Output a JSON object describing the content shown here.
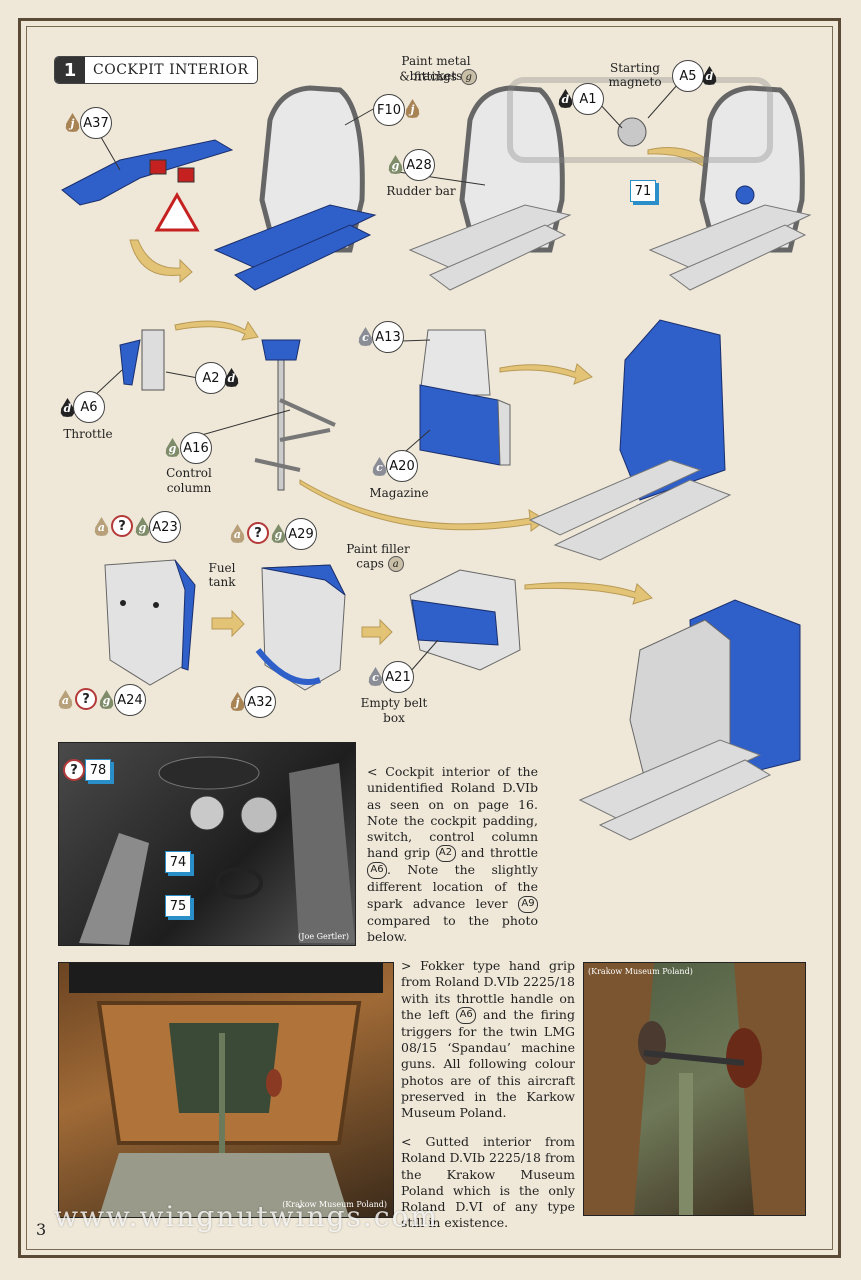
{
  "step": {
    "number": "1",
    "title": "COCKPIT INTERIOR"
  },
  "labels": {
    "paint_metal": "Paint metal brackets",
    "fittings": "& fittings",
    "starting": "Starting",
    "magneto": "magneto",
    "rudder_bar": "Rudder bar",
    "throttle": "Throttle",
    "control_column": "Control column",
    "magazine": "Magazine",
    "fuel": "Fuel",
    "tank": "tank",
    "paint_filler": "Paint filler",
    "caps": "caps",
    "empty_belt_box": "Empty belt box"
  },
  "parts": {
    "A37": "A37",
    "F10": "F10",
    "A28": "A28",
    "A1": "A1",
    "A5": "A5",
    "A2": "A2",
    "A6": "A6",
    "A16": "A16",
    "A13": "A13",
    "A20": "A20",
    "A23": "A23",
    "A29": "A29",
    "A24": "A24",
    "A32": "A32",
    "A21": "A21"
  },
  "paints": {
    "j": "j",
    "d": "d",
    "g": "g",
    "c": "c",
    "a": "a",
    "q": "?"
  },
  "photo_refs": {
    "p71": "71",
    "p78": "78",
    "p74": "74",
    "p75": "75"
  },
  "captions": {
    "c1": "< Cockpit interior of the unidentified Roland D.VIb as seen on on page 16. Note the cockpit padding, switch, control column hand grip",
    "c1_and": "and throttle",
    "c1_b": ". Note the slightly different location of the spark advance lever",
    "c1_c": "compared to the photo below.",
    "c2": "> Fokker type hand grip from Roland D.VIb 2225/18 with its throttle handle on the left",
    "c2_b": "and the firing triggers for the twin LMG 08/15 ‘Spandau’ machine guns. All following colour photos are of this aircraft preserved in the Karkow Museum Poland.",
    "c3": "< Gutted interior from Roland D.VIb 2225/18 from the Krakow Museum Poland which is the only Roland D.VI of any type still in existence."
  },
  "refs": {
    "A2": "A2",
    "A6": "A6",
    "A9": "A9"
  },
  "credits": {
    "joe": "(Joe Gertler)",
    "krakow1": "(Krakow Museum Poland)",
    "krakow2": "(Krakow Museum Poland)"
  },
  "watermark": "www.wingnutwings.com",
  "page_number": "3",
  "colors": {
    "blue": "#2f5fc8",
    "grey": "#d9d9d9",
    "arrow": "#e3c376"
  }
}
